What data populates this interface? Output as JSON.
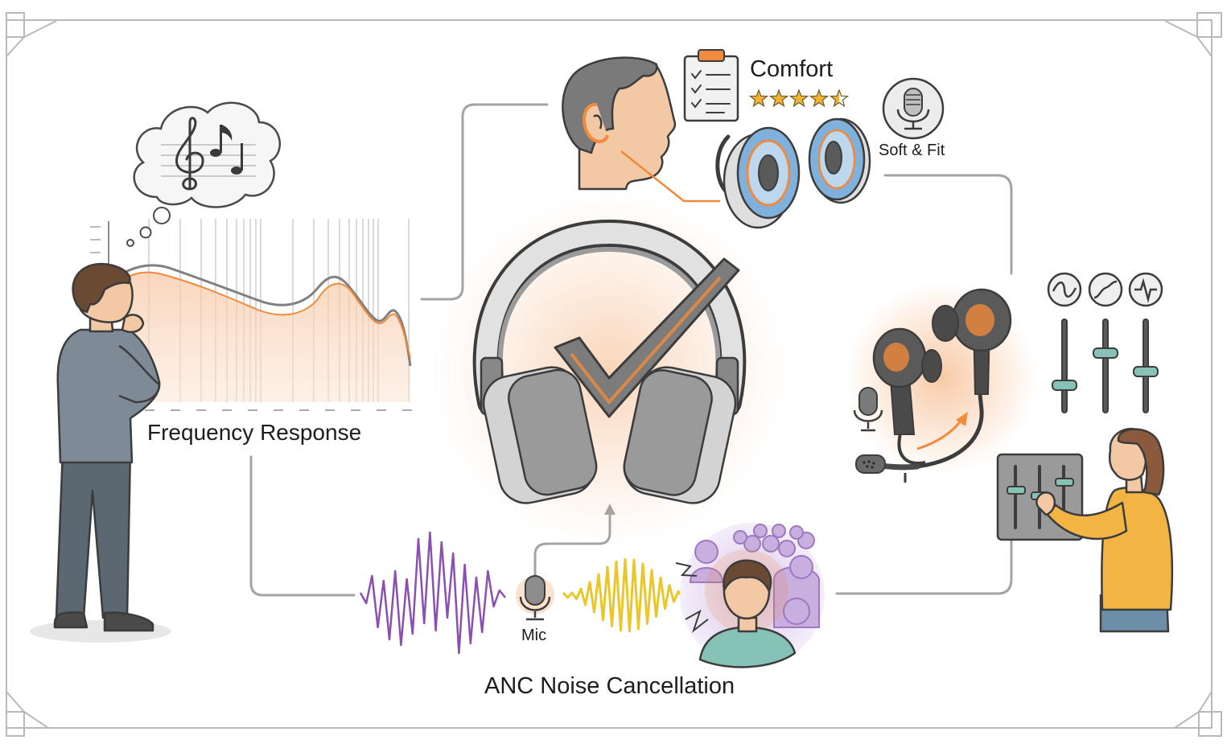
{
  "labels": {
    "frequency_response": "Frequency Response",
    "comfort": "Comfort",
    "soft_fit": "Soft & Fit",
    "mic": "Mic",
    "anc": "ANC Noise Cancellation"
  },
  "comfort_rating": {
    "stars": 4.5,
    "max": 5
  },
  "icons": [
    "thought-bubble-icon",
    "treble-clef-icon",
    "music-note-icon",
    "person-icon",
    "head-profile-icon",
    "clipboard-checklist-icon",
    "star-icon",
    "microphone-icon",
    "ear-cushion-icon",
    "headphones-icon",
    "checkmark-icon",
    "earbuds-icon",
    "sine-wave-icon",
    "equalizer-slider-icon",
    "mixer-panel-icon",
    "sound-wave-icon",
    "crowd-icon"
  ],
  "colors": {
    "accent_orange": "#f08a3c",
    "line_gray": "#9a9a9a",
    "skin": "#f2c9a4",
    "hair": "#6b4a33",
    "shirt_gray": "#7e8a96",
    "pants_slate": "#5b6872",
    "cushion_blue": "#7fb1dc",
    "wave_purple": "#8a4fb0",
    "wave_yellow": "#e9c62a",
    "teal": "#86c3b6",
    "sweater_yellow": "#f2b544",
    "star_gold": "#f2b233"
  }
}
